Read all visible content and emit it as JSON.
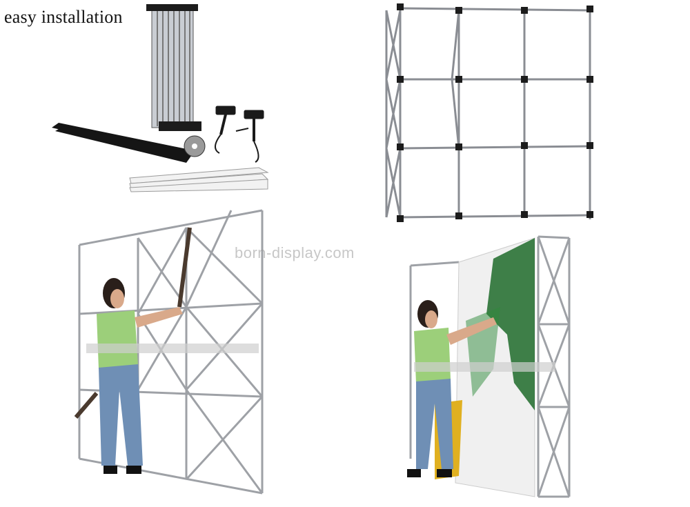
{
  "caption": "easy installation",
  "watermark": "born-display.com",
  "colors": {
    "frame_metal": "#8a8d93",
    "frame_dark": "#222222",
    "graphic_green": "#1e6b2a",
    "shirt": "#9ccf7a",
    "jeans": "#6f8fb5"
  },
  "panels": [
    {
      "icon": "display-kit-components"
    },
    {
      "icon": "assembled-popup-frame"
    },
    {
      "icon": "woman-extending-frame"
    },
    {
      "icon": "woman-attaching-graphic"
    }
  ]
}
